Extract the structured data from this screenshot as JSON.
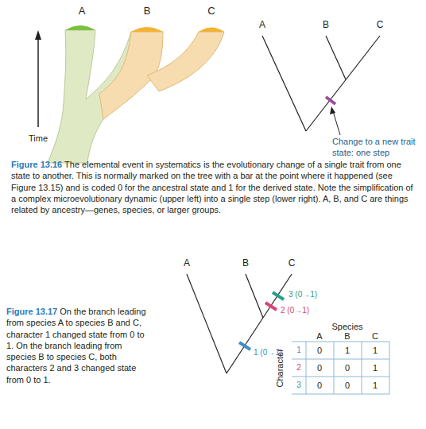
{
  "diagram": {
    "labels": [
      "A",
      "B",
      "C",
      "Time",
      "A",
      "B",
      "C",
      "Change to a new trait state: one step",
      "Figure 13.16",
      "The elemental event in systematics is the evolutionary change of a single trait from one state to another. This is normally marked on the tree with a bar at the point where it happened (see Figure 13.15) and is coded 0 for the ancestral state and 1 for the derived state. Note the simplification of a complex microevolutionary dynamic (upper left) into a single step (lower right). A, B, and C are things related by ancestry—genes, species, or larger groups.",
      "A",
      "B",
      "C",
      "3 (0→1)",
      "2 (0→1)",
      "1 (0→1)",
      "Figure 13.17",
      "On the branch leading from species A to species B and C, character 1 changed state from 0 to 1. On the branch leading from species B to species C, both characters 2 and 3 changed state from 0 to 1.",
      "Species",
      "A",
      "B",
      "C",
      "Character",
      "1",
      "2",
      "3",
      "0",
      "1",
      "1",
      "0",
      "0",
      "1",
      "0",
      "0",
      "1"
    ]
  }
}
